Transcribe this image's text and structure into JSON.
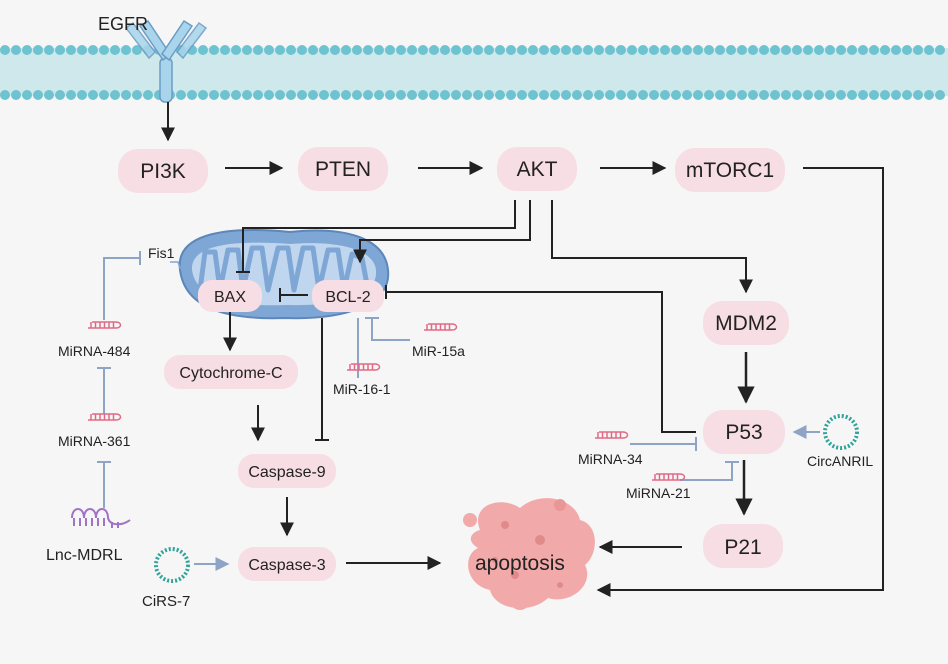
{
  "labels": {
    "egfr": "EGFR",
    "pi3k": "PI3K",
    "pten": "PTEN",
    "akt": "AKT",
    "mtorc1": "mTORC1",
    "mdm2": "MDM2",
    "p53": "P53",
    "p21": "P21",
    "bax": "BAX",
    "bcl2": "BCL-2",
    "fis1": "Fis1",
    "cytochrome_c": "Cytochrome-C",
    "caspase9": "Caspase-9",
    "caspase3": "Caspase-3",
    "apoptosis": "apoptosis"
  },
  "regulators": {
    "mirna_484": "MiRNA-484",
    "mirna_361": "MiRNA-361",
    "lnc_mdrl": "Lnc-MDRL",
    "cirs_7": "CiRS-7",
    "mir_16_1": "MiR-16-1",
    "mir_15a": "MiR-15a",
    "mirna_34": "MiRNA-34",
    "mirna_21": "MiRNA-21",
    "circanril": "CircANRIL"
  },
  "colors": {
    "background": "#f6f6f6",
    "pill": "#f7dde4",
    "membrane_head": "#6dc3cf",
    "membrane_band": "#cfe8ec",
    "receptor": "#a8d4ec",
    "mito_outer": "#7fa7d6",
    "mito_inner": "#c0d6ee",
    "apoptosis": "#f1aaa9",
    "arrow": "#222222",
    "regulator_line": "#8ea4c6",
    "mirna": "#e06a86",
    "lnc": "#a074c4",
    "circ": "#2fa39a"
  }
}
